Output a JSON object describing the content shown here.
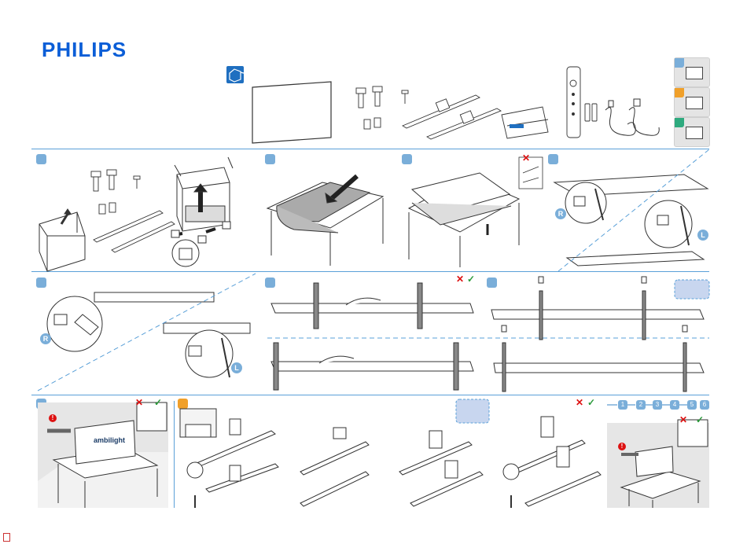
{
  "brand": {
    "logo_text": "PHILIPS",
    "color": "#0b5ed7"
  },
  "accent_colors": {
    "step": "#7aaed9",
    "orange_step": "#f0a02a",
    "green_step": "#2eaa7e",
    "divider": "#5aa0d8",
    "warning": "#d11111",
    "ok": "#2a9a3a"
  },
  "labels": {
    "right": "R",
    "left": "L",
    "ambilight": "ambilight",
    "sequence": [
      "1",
      "2",
      "3",
      "4",
      "5",
      "6"
    ]
  },
  "icons": [
    "box-open-icon",
    "tv-panel-icon",
    "stand-feet-icon",
    "screw-icon",
    "manual-icon",
    "remote-icon",
    "batteries-icon",
    "power-cord-icon",
    "warning-icon",
    "check-icon",
    "cross-icon",
    "arrow-icon"
  ]
}
